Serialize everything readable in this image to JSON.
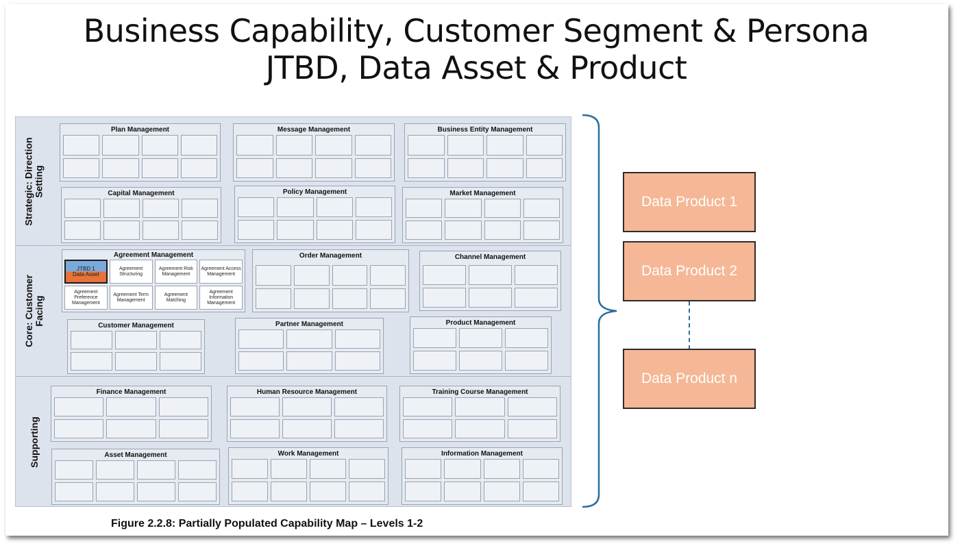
{
  "title": {
    "line1": "Business Capability, Customer Segment & Persona",
    "line2": "JTBD, Data Asset & Product"
  },
  "capability_map": {
    "bands": [
      {
        "label": "Strategic: Direction\nSetting"
      },
      {
        "label": "Core: Customer\nFacing"
      },
      {
        "label": "Supporting"
      }
    ],
    "groups": {
      "plan": "Plan Management",
      "message": "Message Management",
      "business_entity": "Business Entity Management",
      "capital": "Capital Management",
      "policy": "Policy Management",
      "market": "Market Management",
      "agreement": "Agreement Management",
      "order": "Order Management",
      "channel": "Channel Management",
      "customer": "Customer Management",
      "partner": "Partner Management",
      "product": "Product Management",
      "finance": "Finance Management",
      "human_resource": "Human Resource Management",
      "training_course": "Training Course Management",
      "asset": "Asset Management",
      "work": "Work Management",
      "information": "Information Management"
    },
    "agreement_items": {
      "jtbd": "JTBD 1",
      "data_asset": "Data Asset",
      "structuring": "Agreement Structuring",
      "risk": "Agreement Risk Management",
      "access": "Agreement Access Management",
      "preference": "Agreement Preference Management",
      "term": "Agreement Term Management",
      "matching": "Agreement Matching",
      "information": "Agreement Information Management"
    }
  },
  "data_products": {
    "p1": "Data Product 1",
    "p2": "Data Product 2",
    "pn": "Data Product n"
  },
  "caption": "Figure 2.2.8: Partially Populated Capability Map – Levels 1-2",
  "colors": {
    "product_fill": "#f5b795",
    "brace": "#2e6c99",
    "jtbd_top": "#7aa9dc",
    "jtbd_bottom": "#e8733a"
  }
}
